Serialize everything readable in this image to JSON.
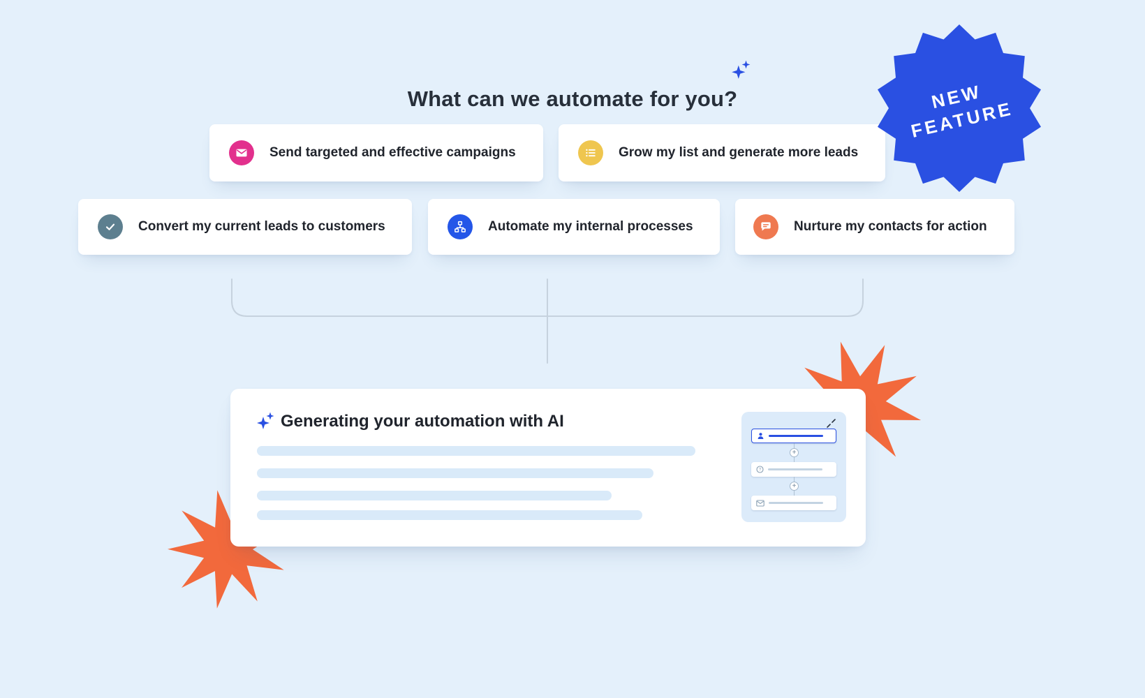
{
  "title": {
    "text": "What can we automate for you?"
  },
  "badge": {
    "line1": "NEW",
    "line2": "FEATURE"
  },
  "options": [
    {
      "label": "Send targeted and effective campaigns"
    },
    {
      "label": "Grow my list and generate more leads"
    },
    {
      "label": "Convert my current leads to customers"
    },
    {
      "label": "Automate my internal processes"
    },
    {
      "label": "Nurture my contacts for action"
    }
  ],
  "ai_panel": {
    "heading": "Generating your automation with AI"
  },
  "colors": {
    "background": "#e4f0fb",
    "badge_blue": "#2a50e2",
    "accent_blue": "#2a50e2",
    "campaign_pink": "#e2308d",
    "list_yellow": "#efc64f",
    "convert_slate": "#5d7f8f",
    "process_blue": "#2456e8",
    "nurture_orange": "#ef7950",
    "starburst_orange": "#f2693c",
    "skeleton_blue": "#d9eaf9",
    "connector_gray": "#c6d2de"
  }
}
